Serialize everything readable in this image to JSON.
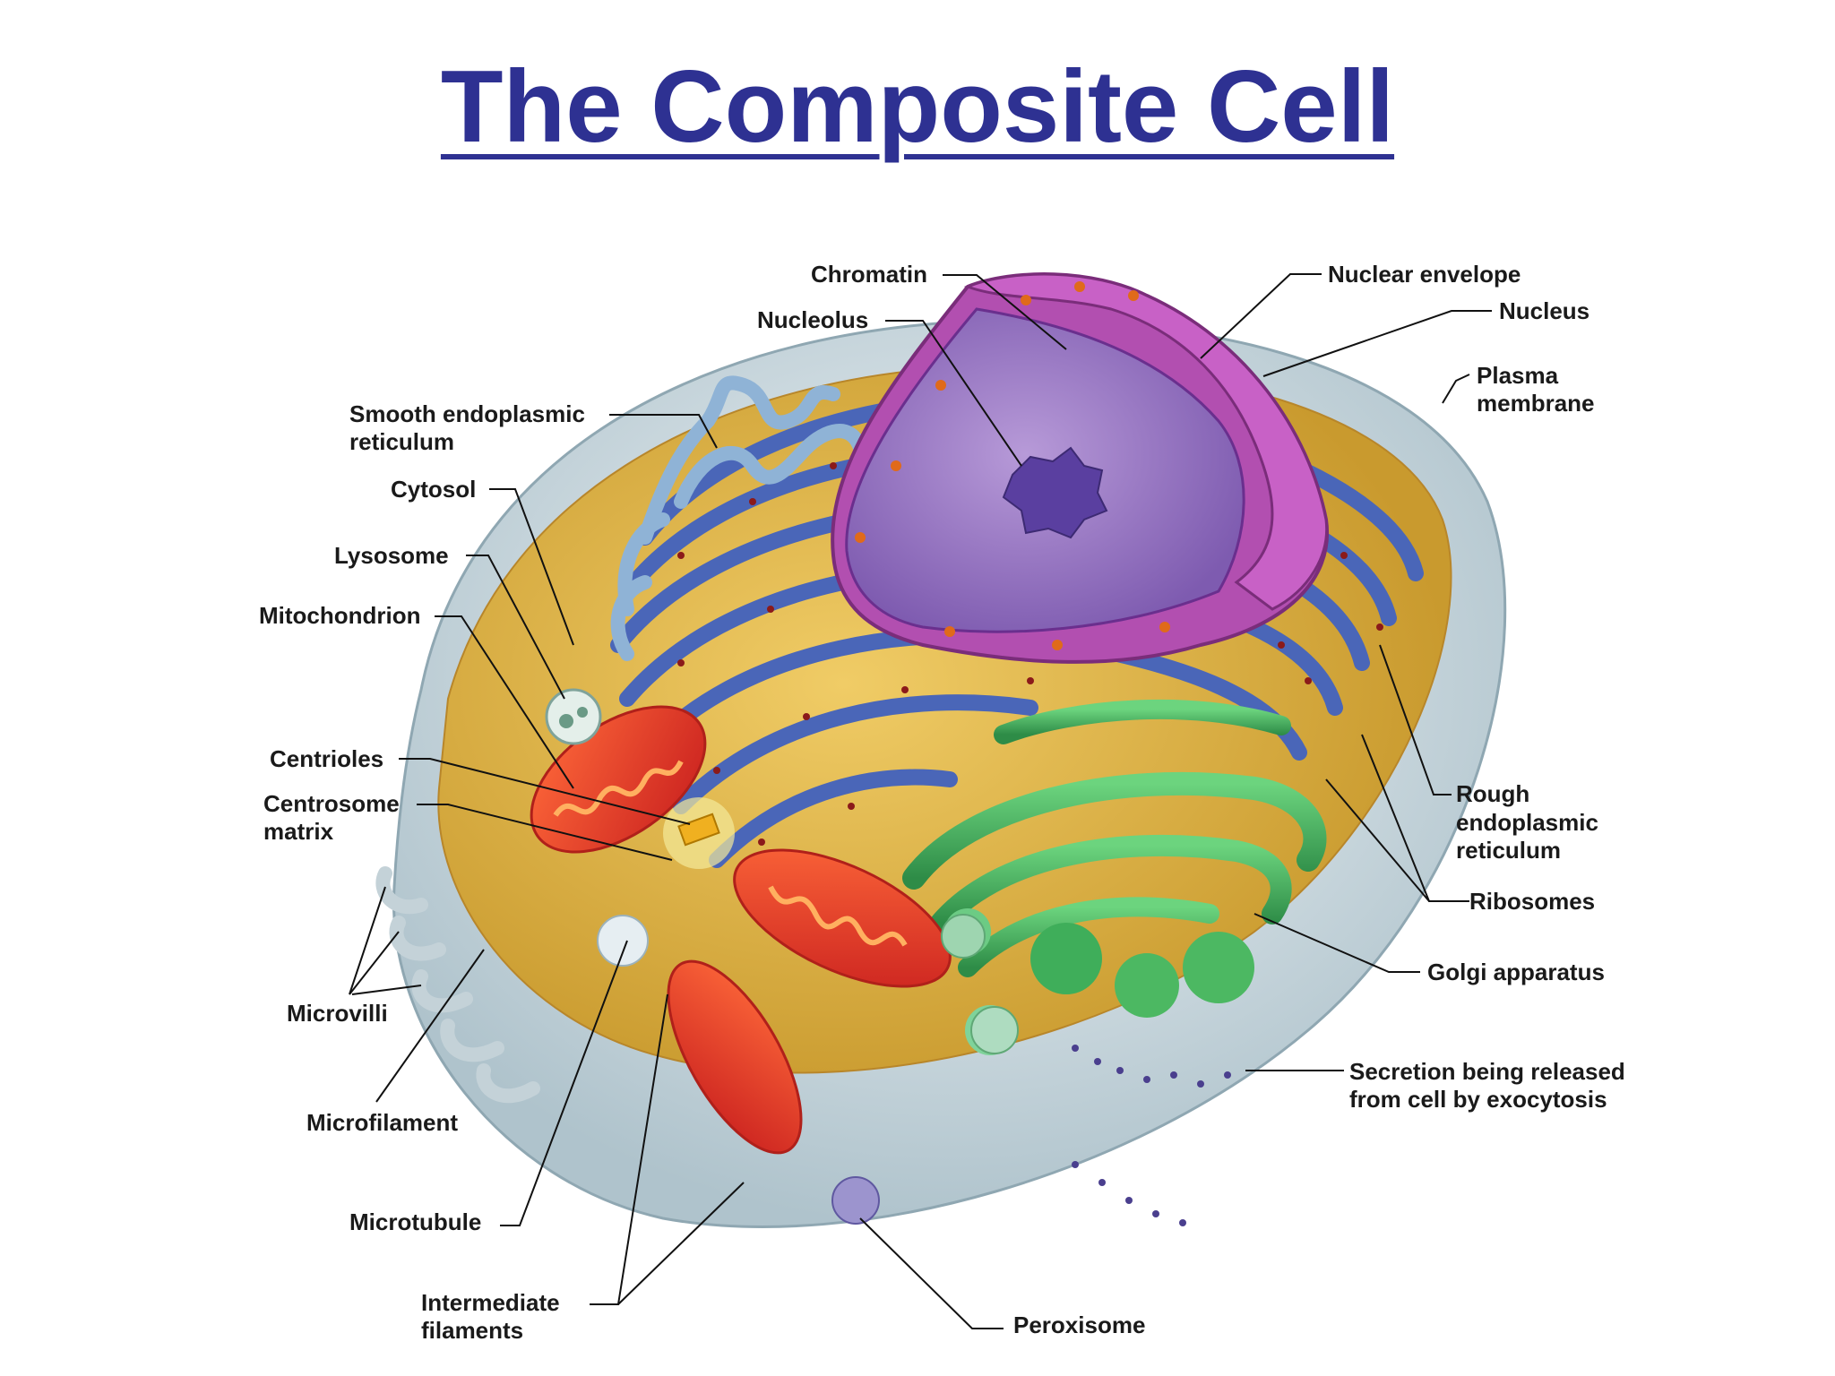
{
  "title": "The Composite Cell",
  "labels": {
    "chromatin": "Chromatin",
    "nucleolus": "Nucleolus",
    "nuclear_envelope": "Nuclear envelope",
    "nucleus": "Nucleus",
    "plasma_membrane_1": "Plasma",
    "plasma_membrane_2": "membrane",
    "smooth_er_1": "Smooth endoplasmic",
    "smooth_er_2": "reticulum",
    "cytosol": "Cytosol",
    "lysosome": "Lysosome",
    "mitochondrion": "Mitochondrion",
    "centrioles": "Centrioles",
    "centrosome_1": "Centrosome",
    "centrosome_2": "matrix",
    "microvilli": "Microvilli",
    "microfilament": "Microfilament",
    "microtubule": "Microtubule",
    "intermediate_1": "Intermediate",
    "intermediate_2": "filaments",
    "peroxisome": "Peroxisome",
    "rough_er_1": "Rough",
    "rough_er_2": "endoplasmic",
    "rough_er_3": "reticulum",
    "ribosomes": "Ribosomes",
    "golgi": "Golgi apparatus",
    "secretion_1": "Secretion being released",
    "secretion_2": "from cell by exocytosis"
  },
  "colors": {
    "title": "#2E3192",
    "cytoplasm": "#E3B84A",
    "membrane": "#C9D6DC",
    "rough_er": "#5B77C9",
    "smooth_er": "#8FB3D6",
    "nucleus": "#B24FB0",
    "nucleoplasm": "#9C7BC4",
    "mitochondrion": "#E8402A",
    "golgi": "#3FAE5A",
    "ribosome": "#8B1A1A"
  }
}
